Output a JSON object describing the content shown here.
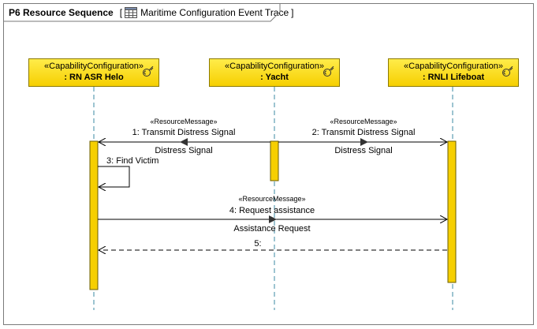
{
  "frame": {
    "title": "P6 Resource Sequence",
    "bracket_open": "[",
    "bracket_close": "]",
    "reference_label": "Maritime Configuration Event Trace",
    "reference_icon": "table-icon"
  },
  "lifelines": [
    {
      "stereotype": "«CapabilityConfiguration»",
      "name": ": RN ASR Helo",
      "icon": "capability-icon"
    },
    {
      "stereotype": "«CapabilityConfiguration»",
      "name": ": Yacht",
      "icon": "capability-icon"
    },
    {
      "stereotype": "«CapabilityConfiguration»",
      "name": ": RNLI Lifeboat",
      "icon": "capability-icon"
    }
  ],
  "messages": [
    {
      "stereotype": "«ResourceMessage»",
      "label": "1: Transmit Distress Signal",
      "item": "Distress Signal"
    },
    {
      "stereotype": "«ResourceMessage»",
      "label": "2: Transmit Distress Signal",
      "item": "Distress Signal"
    },
    {
      "stereotype": "",
      "label": "3: Find Victim",
      "item": ""
    },
    {
      "stereotype": "«ResourceMessage»",
      "label": "4: Request assistance",
      "item": "Assistance Request"
    },
    {
      "stereotype": "",
      "label": "5:",
      "item": ""
    }
  ],
  "colors": {
    "lifeline_fill": "#ffec4a",
    "activation_fill": "#f6cf00",
    "lifeline_line": "#3b8aa3",
    "message_line": "#000000"
  }
}
